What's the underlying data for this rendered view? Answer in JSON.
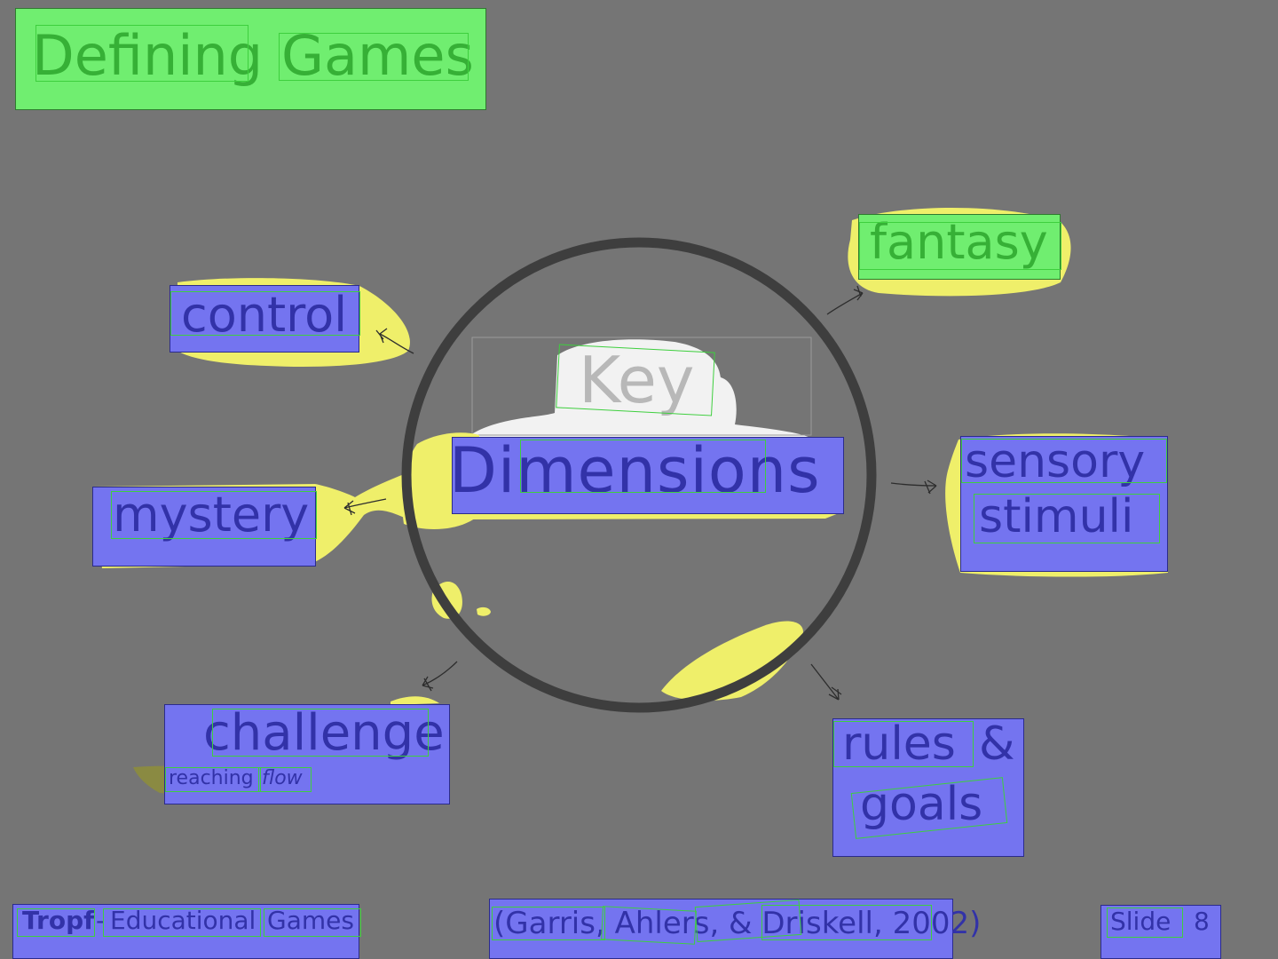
{
  "slide": {
    "title_word_1": "Defining",
    "title_word_2": "Games",
    "center_key": "Key",
    "center_dimensions": "Dimensions",
    "node_control": "control",
    "node_mystery": "mystery",
    "node_challenge": "challenge",
    "node_challenge_sub_1": "reaching",
    "node_challenge_sub_2": "flow",
    "node_fantasy": "fantasy",
    "node_sensory_1": "sensory",
    "node_sensory_2": "stimuli",
    "node_rules_1": "rules",
    "node_rules_amp": "&",
    "node_rules_2": "goals"
  },
  "footer": {
    "author": "Tropf",
    "dash": "-",
    "course_1": "Educational",
    "course_2": "Games",
    "citation": "(Garris, Ahlers, & Driskell, 2002)",
    "slide_label": "Slide",
    "slide_number": "8"
  },
  "colors": {
    "background": "#757575",
    "node_fill": "#7474f0",
    "node_text": "#3232a8",
    "title_fill": "#70ee70",
    "title_text": "#36b036",
    "highlight_yellow": "#efef6a",
    "circle_stroke": "#3e3e3e",
    "key_cloud": "#f2f2f2"
  }
}
